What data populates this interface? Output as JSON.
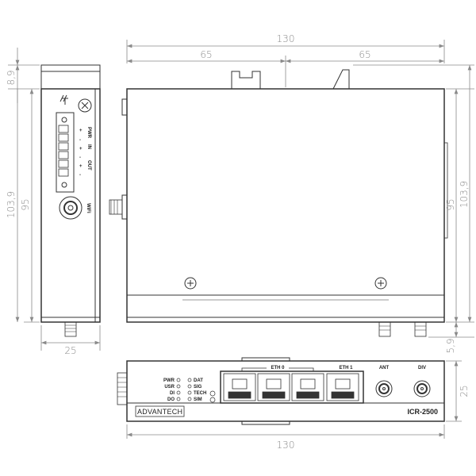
{
  "dimensions": {
    "total_length": "130",
    "half_left": "65",
    "half_right": "65",
    "total_height_left": "103,9",
    "body_height_left": "95",
    "clip_height": "8,9",
    "side_width": "25",
    "total_height_right": "103,9",
    "body_height_right": "95",
    "connector_offset": "5,9",
    "front_length": "130",
    "front_height": "25"
  },
  "side_view": {
    "labels": [
      "PWR",
      "IN",
      "OUT"
    ],
    "polarity": [
      "+",
      "-",
      "+",
      "-",
      "+",
      "-"
    ],
    "wifi_label": "WiFi"
  },
  "front_view": {
    "leds_left": [
      "PWR",
      "USR",
      "DI",
      "DO"
    ],
    "leds_right": [
      "DAT",
      "SIG",
      "TECH",
      "SIM"
    ],
    "eth0_label": "ETH 0",
    "eth1_label": "ETH 1",
    "ant_label": "ANT",
    "div_label": "DIV",
    "brand": "ADVANTECH",
    "model": "ICR-2500"
  },
  "colors": {
    "line": "#333333",
    "dimension": "#8a8a8a"
  }
}
